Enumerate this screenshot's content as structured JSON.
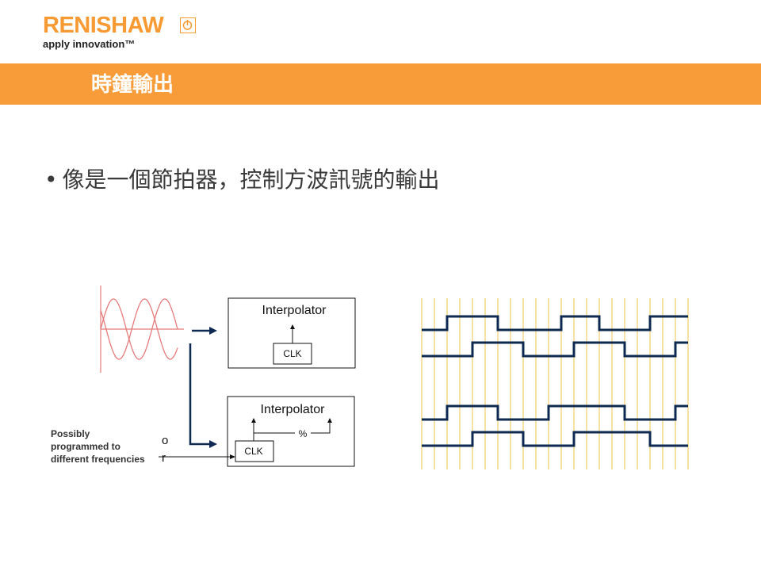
{
  "header": {
    "brand": "RENISHAW",
    "tagline": "apply innovation™"
  },
  "slide": {
    "title": "時鐘輸出",
    "bullet": "像是一個節拍器，控制方波訊號的輸出"
  },
  "diagram": {
    "box_top_label": "Interpolator",
    "box_top_clk": "CLK",
    "box_bottom_label": "Interpolator",
    "box_bottom_clk": "CLK",
    "percent_label": "%",
    "or_label": "o\nr",
    "note_lines": [
      "Possibly",
      "programmed to",
      "different frequencies"
    ]
  },
  "colors": {
    "brand_orange": "#f79a33",
    "band_orange": "#f89c3a",
    "navy": "#0e2a52",
    "sine_red": "#e57b7b",
    "clock_gold": "#e8c44a"
  }
}
